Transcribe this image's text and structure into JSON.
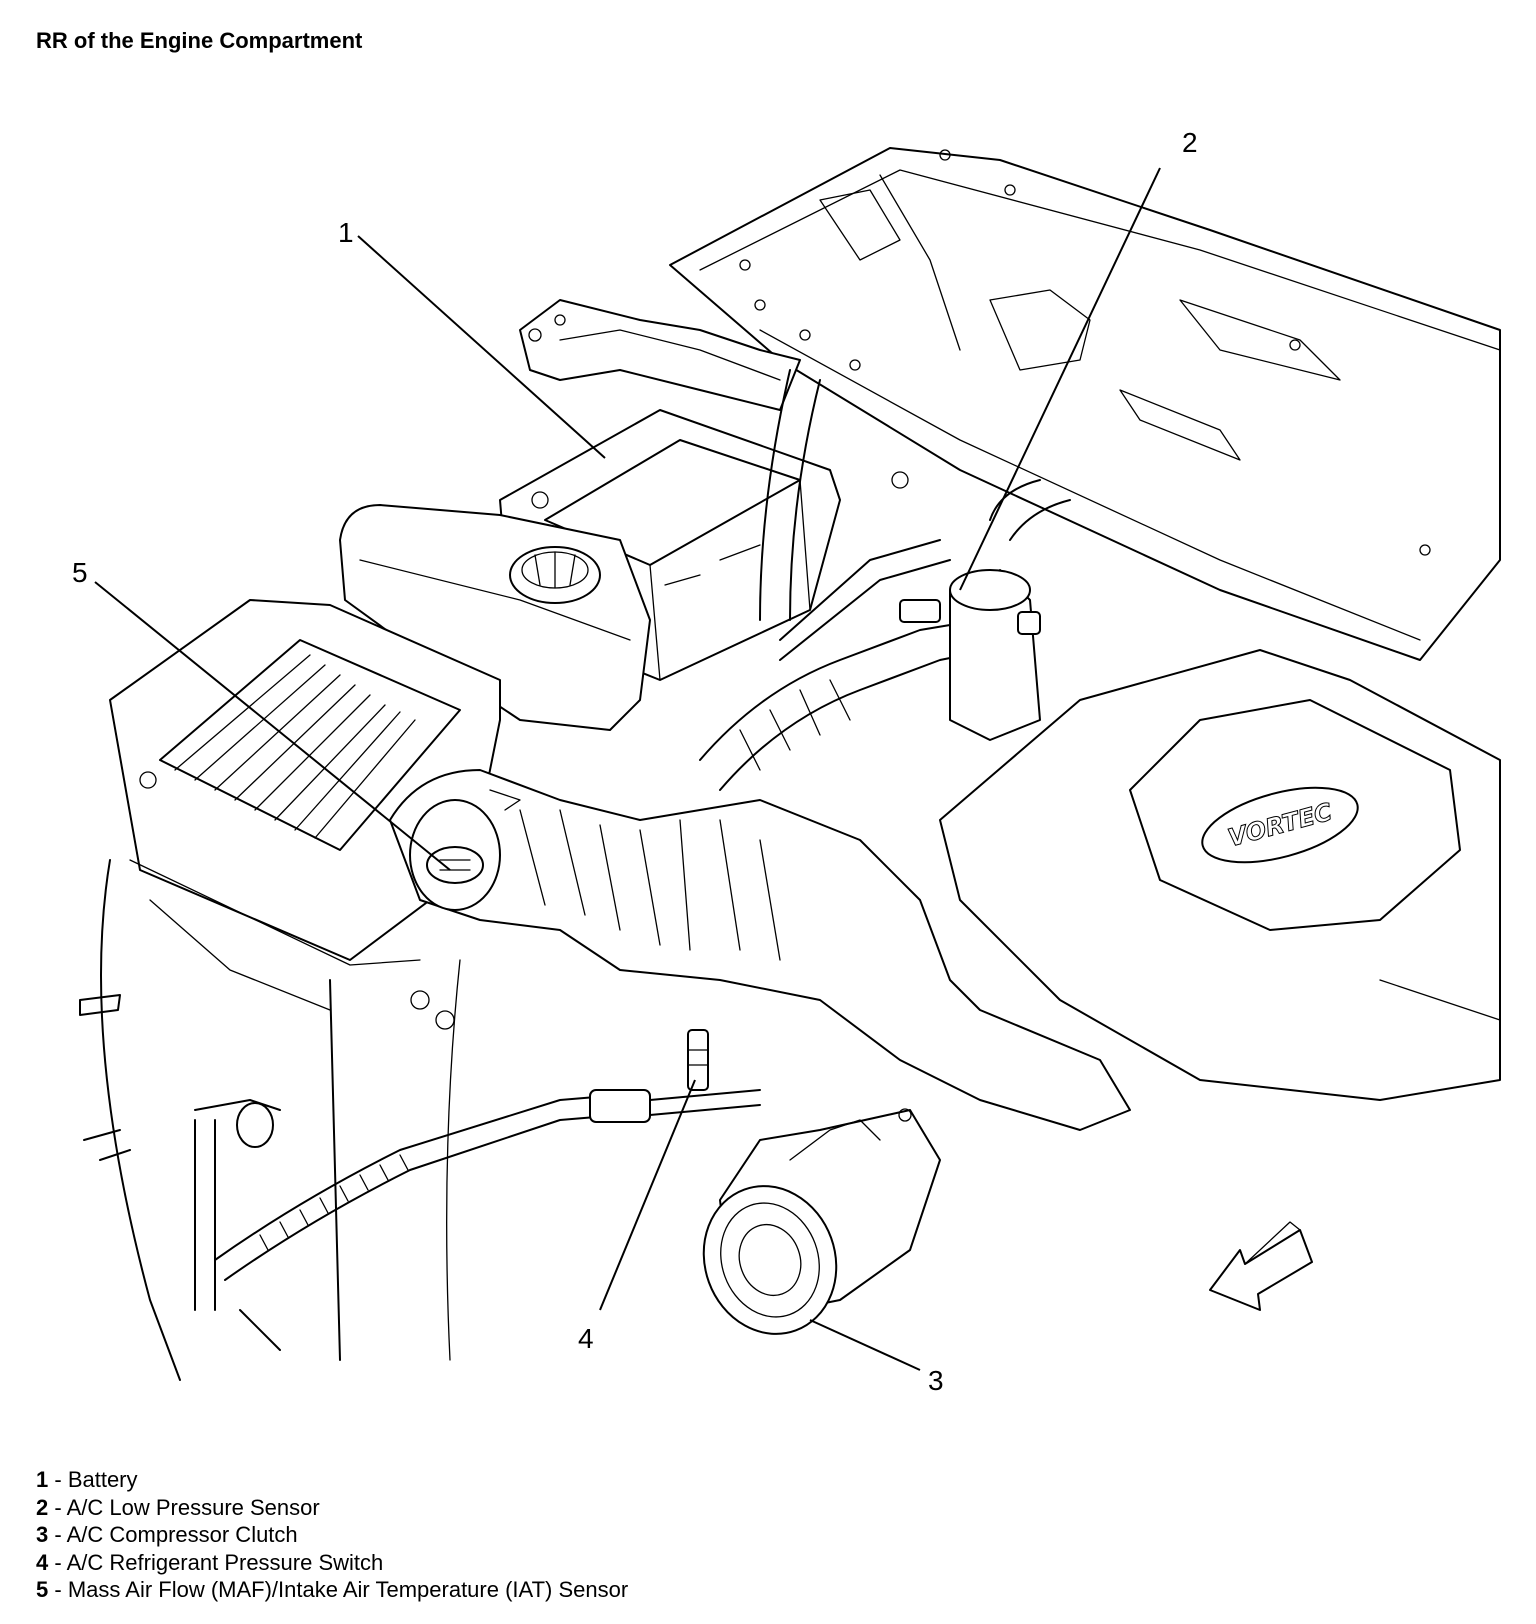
{
  "title": "RR of the Engine Compartment",
  "logo_text": "VORTEC",
  "callouts": [
    "1",
    "2",
    "3",
    "4",
    "5"
  ],
  "legend": [
    {
      "num": "1",
      "sep": " - ",
      "label": "Battery"
    },
    {
      "num": "2",
      "sep": " - ",
      "label": "A/C Low Pressure Sensor"
    },
    {
      "num": "3",
      "sep": " - ",
      "label": "A/C Compressor Clutch"
    },
    {
      "num": "4",
      "sep": " - ",
      "label": "A/C Refrigerant Pressure Switch"
    },
    {
      "num": "5",
      "sep": " - ",
      "label": "Mass Air Flow (MAF)/Intake Air Temperature (IAT) Sensor"
    }
  ]
}
